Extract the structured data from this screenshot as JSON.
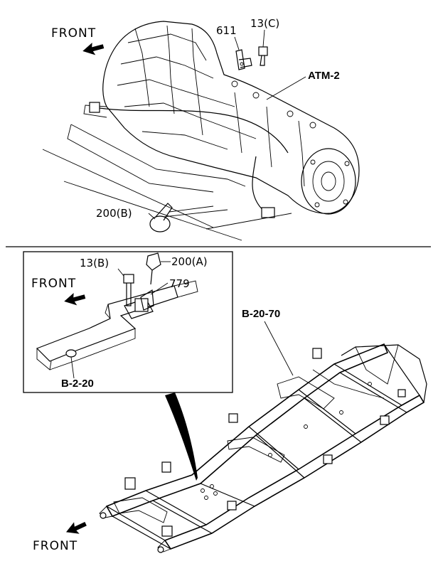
{
  "labels": {
    "front_top": "FRONT",
    "part_611": "611",
    "part_13c": "13(C)",
    "ref_atm2": "ATM-2",
    "part_200b": "200(B)",
    "part_13b": "13(B)",
    "part_200a": "200(A)",
    "front_inset": "FRONT",
    "part_779": "779",
    "ref_b2070": "B-20-70",
    "ref_b220": "B-2-20",
    "front_bottom": "FRONT"
  }
}
